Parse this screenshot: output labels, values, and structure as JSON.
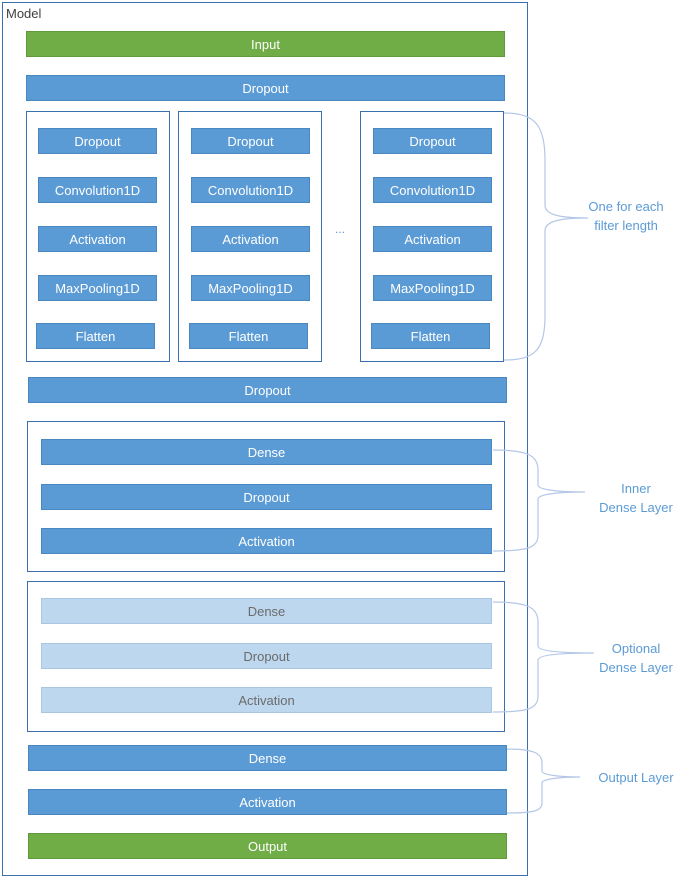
{
  "model_label": "Model",
  "input": "Input",
  "output": "Output",
  "dropout_top": "Dropout",
  "dropout_mid": "Dropout",
  "ellipsis": "...",
  "filter_columns": [
    {
      "dropout": "Dropout",
      "conv": "Convolution1D",
      "activation": "Activation",
      "pool": "MaxPooling1D",
      "flatten": "Flatten"
    },
    {
      "dropout": "Dropout",
      "conv": "Convolution1D",
      "activation": "Activation",
      "pool": "MaxPooling1D",
      "flatten": "Flatten"
    },
    {
      "dropout": "Dropout",
      "conv": "Convolution1D",
      "activation": "Activation",
      "pool": "MaxPooling1D",
      "flatten": "Flatten"
    }
  ],
  "inner_dense": {
    "dense": "Dense",
    "dropout": "Dropout",
    "activation": "Activation"
  },
  "optional_dense": {
    "dense": "Dense",
    "dropout": "Dropout",
    "activation": "Activation"
  },
  "output_layer": {
    "dense": "Dense",
    "activation": "Activation"
  },
  "annotations": {
    "filter_line1": "One for each",
    "filter_line2": "filter length",
    "inner_line1": "Inner",
    "inner_line2": "Dense Layer",
    "optional_line1": "Optional",
    "optional_line2": "Dense Layer",
    "output_line1": "Output Layer"
  },
  "colors": {
    "layer_blue": "#5b9bd5",
    "io_green": "#70ad47",
    "optional_faded": "#bdd7ee",
    "annotation_text": "#5b9bd5",
    "brace": "#b4c7e7"
  }
}
